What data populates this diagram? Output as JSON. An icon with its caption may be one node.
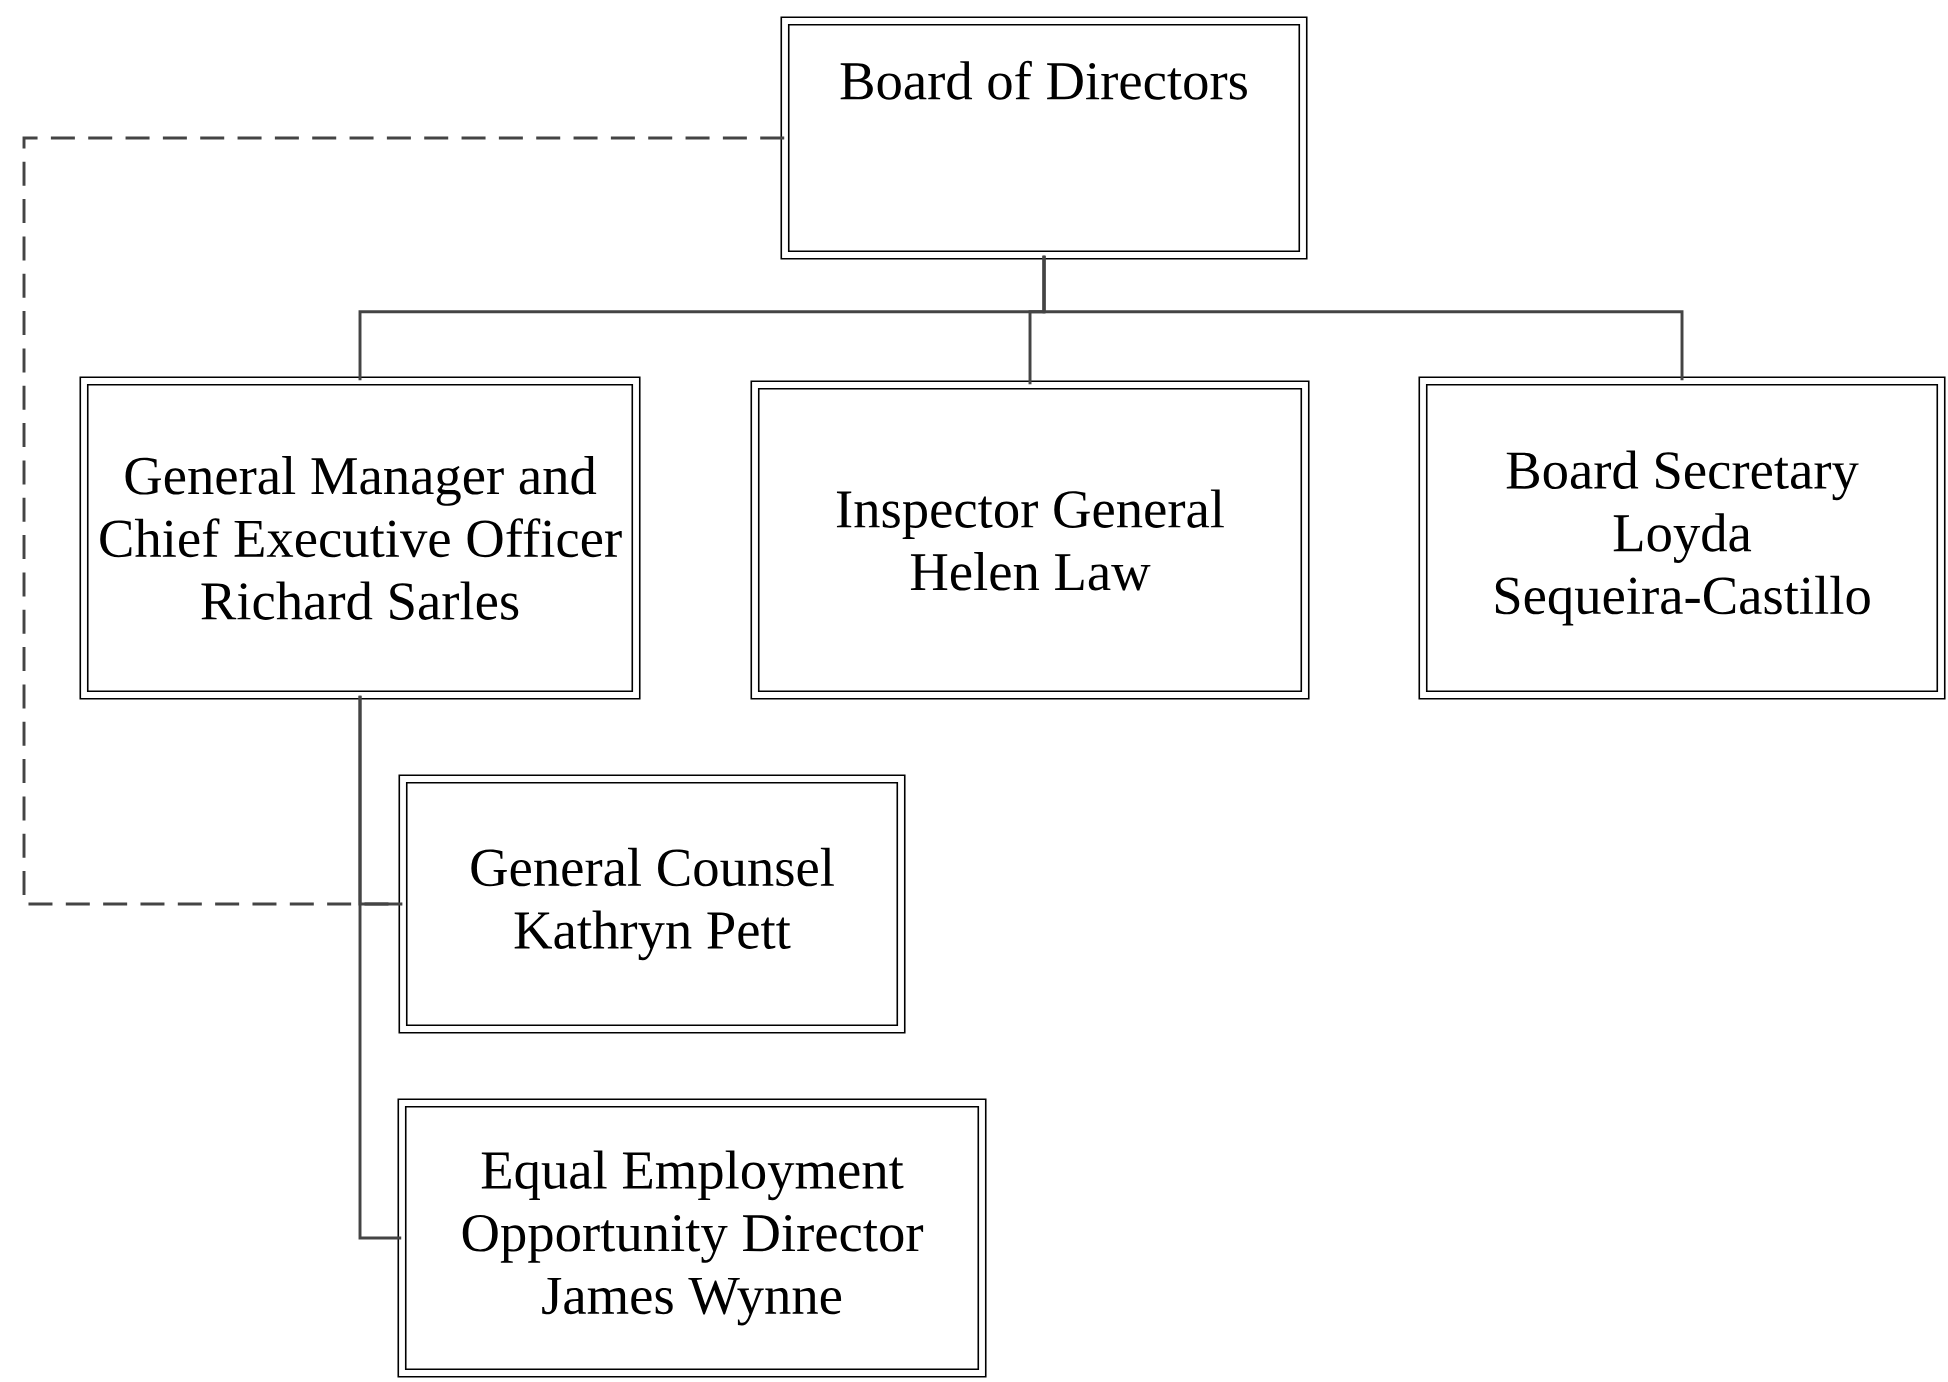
{
  "diagram": {
    "nodes": [
      {
        "text": [
          "Board of Directors"
        ]
      },
      {
        "text": [
          "General Manager and Chief Executive Officer",
          "Richard Sarles"
        ]
      },
      {
        "text": [
          "Inspector General",
          "Helen Law"
        ]
      },
      {
        "text": [
          "Board Secretary",
          "Loyda Sequeira-Castillo"
        ]
      },
      {
        "text": [
          "General Counsel",
          "Kathryn Pett"
        ]
      },
      {
        "text": [
          "Equal Employment Opportunity Director",
          "James Wynne"
        ]
      }
    ],
    "edges": [
      {
        "from": 0,
        "to": 1,
        "arrow": "none"
      },
      {
        "from": 0,
        "to": 2,
        "arrow": "none"
      },
      {
        "from": 0,
        "to": 3,
        "arrow": "none"
      },
      {
        "from": 1,
        "to": 4,
        "arrow": "none"
      },
      {
        "from": 1,
        "to": 5,
        "arrow": "none"
      },
      {
        "from": 0,
        "to": 4,
        "arrow": "none",
        "style": "dashed"
      }
    ]
  }
}
